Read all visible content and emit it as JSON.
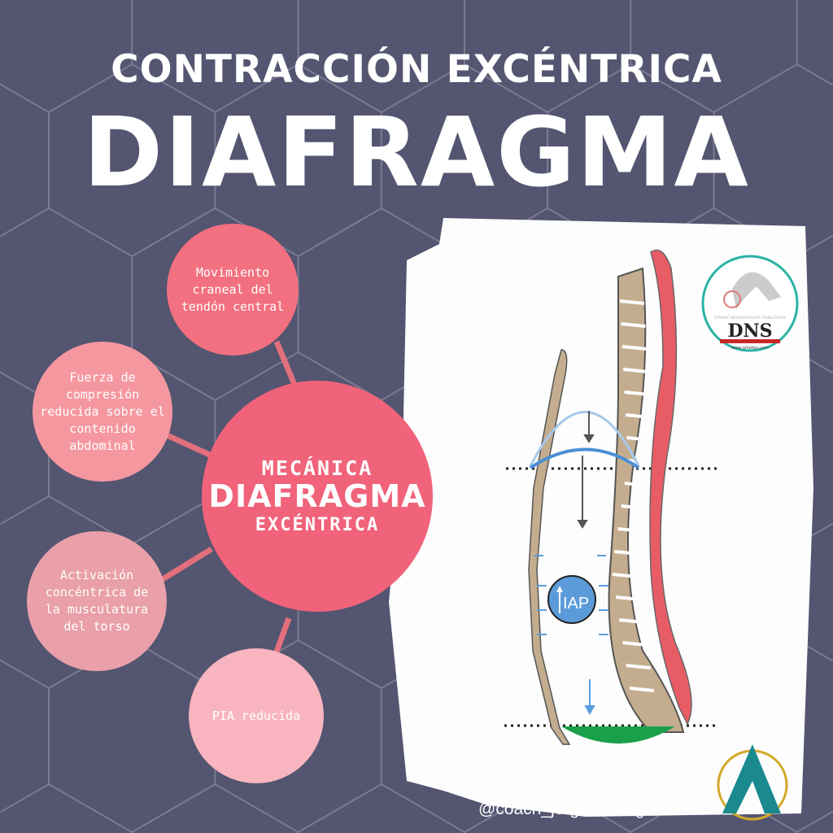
{
  "title": {
    "line1": "CONTRACCIÓN EXCÉNTRICA",
    "line2": "DIAFRAGMA"
  },
  "center": {
    "line1": "MECÁNICA",
    "line2": "DIAFRAGMA",
    "line3": "EXCÉNTRICA"
  },
  "nodes": [
    {
      "text": "Movimiento craneal del tendón central",
      "color": "#f2707f"
    },
    {
      "text": "Fuerza de compresión reducida sobre el contenido abdominal",
      "color": "#f5979f"
    },
    {
      "text": "Activación concéntrica de la musculatura del torso",
      "color": "#e9a0a8"
    },
    {
      "text": "PIA reducida",
      "color": "#f8b5bf"
    }
  ],
  "diagram": {
    "iap_label": "IAP"
  },
  "logo": {
    "brand": "DNS",
    "subtitle": "DYNAMIC NEUROMUSCULAR STABILIZATION",
    "url": "www.rehabps.com"
  },
  "handle": "@coach_jorgedomingo",
  "colors": {
    "background": "#545570",
    "center": "#f0637a",
    "connector": "#e2707c"
  }
}
